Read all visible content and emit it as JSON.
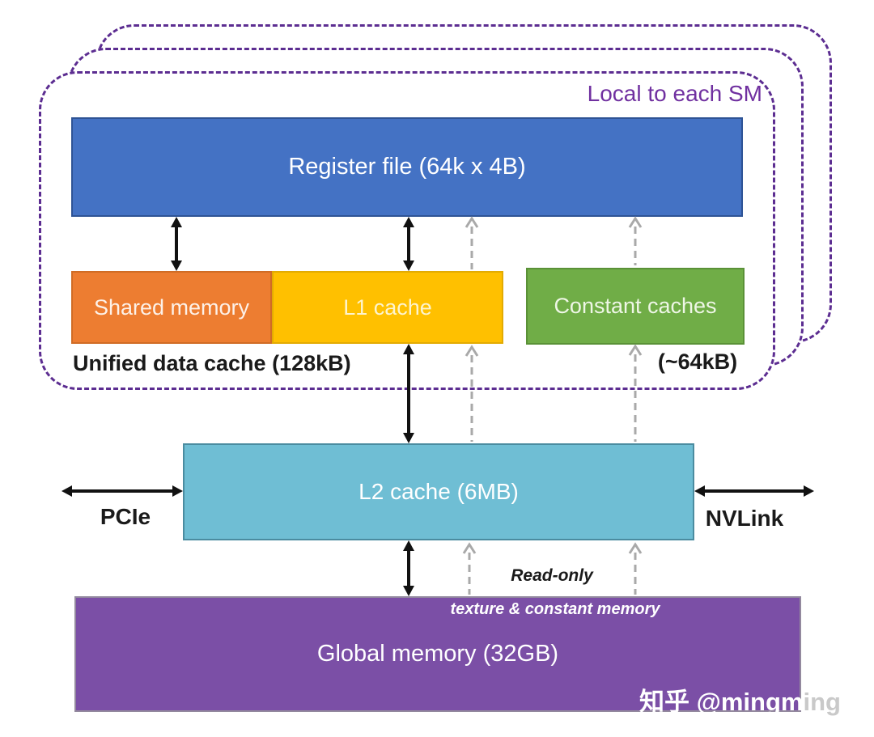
{
  "labels": {
    "local_to_each_sm": "Local to each SM",
    "unified_data_cache": "Unified data cache (128kB)",
    "constant_cache_size": "(~64kB)",
    "pcie": "PCIe",
    "nvlink": "NVLink",
    "read_only_line1": "Read-only",
    "read_only_line2": "texture & constant memory"
  },
  "blocks": {
    "register_file": "Register file (64k x 4B)",
    "shared_memory": "Shared memory",
    "l1_cache": "L1 cache",
    "constant_caches": "Constant caches",
    "l2_cache": "L2 cache (6MB)",
    "global_memory": "Global memory (32GB)"
  },
  "colors": {
    "register_file": "#4472C4",
    "shared_memory": "#ED7D31",
    "l1_cache": "#FFC000",
    "constant_caches": "#70AD47",
    "l2_cache": "#6FBED4",
    "global_memory": "#7B4FA6",
    "sm_dashed_border": "#5C2D91",
    "sm_label_text": "#7030A0",
    "solid_arrow": "#111111",
    "readonly_arrow": "#A9A9A9"
  },
  "watermark": {
    "part1": "知乎 @mingm",
    "part2": "ing"
  }
}
